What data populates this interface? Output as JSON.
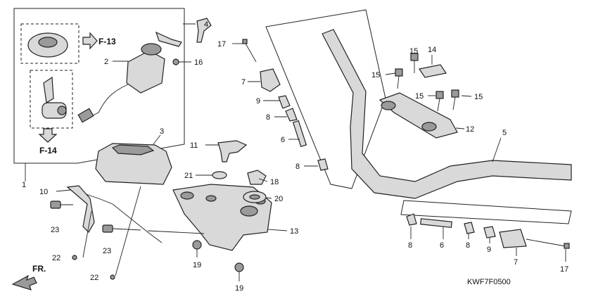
{
  "diagram_code": "KWF7F0500",
  "front_marker": "FR.",
  "refs": {
    "f13": "F-13",
    "f14": "F-14"
  },
  "callouts": {
    "c1": "1",
    "c2": "2",
    "c3": "3",
    "c4": "4",
    "c5": "5",
    "c6a": "6",
    "c6b": "6",
    "c7a": "7",
    "c7b": "7",
    "c8a": "8",
    "c8b": "8",
    "c8c": "8",
    "c8d": "8",
    "c9a": "9",
    "c9b": "9",
    "c10": "10",
    "c11": "11",
    "c12": "12",
    "c13": "13",
    "c14": "14",
    "c15a": "15",
    "c15b": "15",
    "c15c": "15",
    "c15d": "15",
    "c16": "16",
    "c17a": "17",
    "c17b": "17",
    "c18": "18",
    "c19a": "19",
    "c19b": "19",
    "c20": "20",
    "c21": "21",
    "c22a": "22",
    "c22b": "22",
    "c23a": "23",
    "c23b": "23"
  }
}
